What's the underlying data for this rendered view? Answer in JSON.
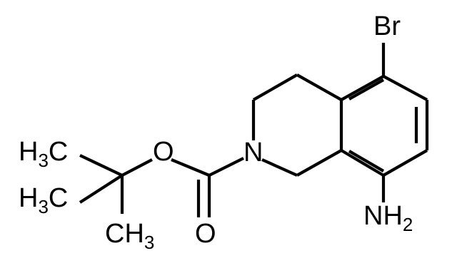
{
  "molecule": {
    "labels": {
      "br": "Br",
      "n_ring": "N",
      "o_ether": "O",
      "o_carbonyl": "O",
      "nh2_main": "NH",
      "nh2_sub": "2",
      "ch3_top_main": "H",
      "ch3_top_sub": "3",
      "ch3_top_c": "C",
      "ch3_mid_main": "H",
      "ch3_mid_sub": "3",
      "ch3_mid_c": "C",
      "ch3_bottom_main": "CH",
      "ch3_bottom_sub": "3"
    }
  }
}
